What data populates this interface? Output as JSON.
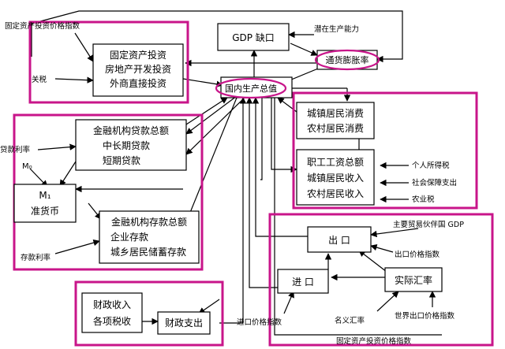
{
  "colors": {
    "group_border": "#c8158a",
    "line": "#000000",
    "background": "#ffffff"
  },
  "nodes": {
    "gdp_gap": "GDP 缺口",
    "potential_capacity": "潜在生产能力",
    "inflation": "通货膨胀率",
    "gdp": "国内生产总值",
    "investment": [
      "固定资产投资",
      "房地产开发投资",
      "外商直接投资"
    ],
    "loans": [
      "金融机构贷款总额",
      "中长期贷款",
      "短期贷款"
    ],
    "m1": "M₁",
    "m1_sub": "准货币",
    "m0": "M₀",
    "deposits": [
      "金融机构存款总额",
      "企业存款",
      "城乡居民储蓄存款"
    ],
    "consumption": [
      "城镇居民消费",
      "农村居民消费"
    ],
    "income": [
      "职工工资总额",
      "城镇居民收入",
      "农村居民收入"
    ],
    "export": "出  口",
    "import": "进  口",
    "real_fx": "实际汇率",
    "fiscal_rev": [
      "财政收入",
      "各项税收"
    ],
    "fiscal_exp": "财政支出"
  },
  "labels": {
    "fa_price_index_top": "固定资产投资价格指数",
    "tariff": "关税",
    "loan_rate": "贷款利率",
    "deposit_rate": "存款利率",
    "personal_income_tax": "个人所得税",
    "social_security": "社会保障支出",
    "agri_tax": "农业税",
    "partner_gdp": "主要贸易伙伴国 GDP",
    "export_price_index": "出口价格指数",
    "import_price_index": "进口价格指数",
    "nominal_fx": "名义汇率",
    "world_export_price_index": "世界出口价格指数",
    "fa_price_index_bottom": "固定资产投资价格指数"
  }
}
